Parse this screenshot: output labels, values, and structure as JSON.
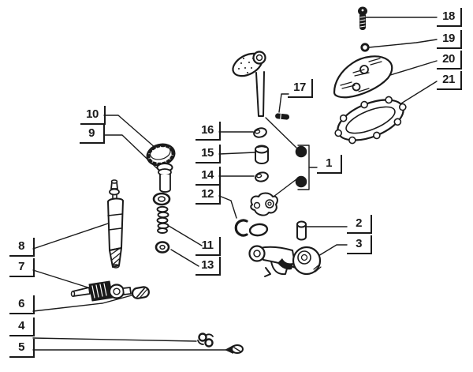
{
  "diagram": {
    "type": "exploded-parts-diagram",
    "background_color": "#ffffff",
    "line_color": "#1a1a1a",
    "callouts": {
      "n1": "1",
      "n2": "2",
      "n3": "3",
      "n4": "4",
      "n5": "5",
      "n6": "6",
      "n7": "7",
      "n8": "8",
      "n9": "9",
      "n10": "10",
      "n11": "11",
      "n12": "12",
      "n13": "13",
      "n14": "14",
      "n15": "15",
      "n16": "16",
      "n17": "17",
      "n18": "18",
      "n19": "19",
      "n20": "20",
      "n21": "21"
    }
  }
}
